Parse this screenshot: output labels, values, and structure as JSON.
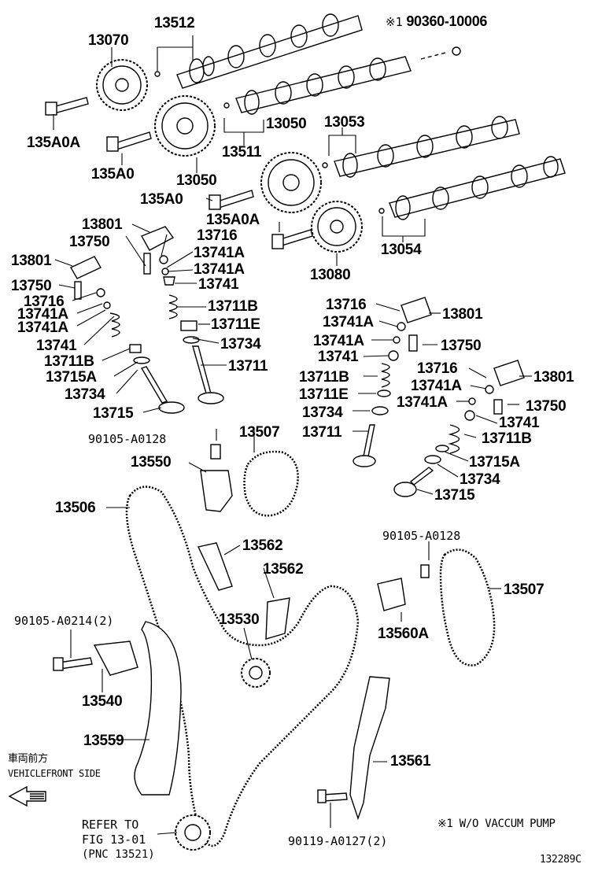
{
  "labels": {
    "l13512": "13512",
    "l13070": "13070",
    "l90360": "90360-10006",
    "l135A0A_1": "135A0A",
    "l13050_a": "13050",
    "l13053": "13053",
    "l13511": "13511",
    "l13050_b": "13050",
    "l135A0_1": "135A0",
    "l135A0_2": "135A0",
    "l135A0A_2": "135A0A",
    "l13054": "13054",
    "l13080": "13080",
    "l13801_a": "13801",
    "l13750_a": "13750",
    "l13716_a": "13716",
    "l13741A_a": "13741A",
    "l13741A_b": "13741A",
    "l13741_a": "13741",
    "l13711B_a": "13711B",
    "l13711E_a": "13711E",
    "l13734_a": "13734",
    "l13711_a": "13711",
    "l13801_b": "13801",
    "l13750_b": "13750",
    "l13716_b": "13716",
    "l13741A_c": "13741A",
    "l13741A_d": "13741A",
    "l13741_b": "13741",
    "l13711B_b": "13711B",
    "l13715A_a": "13715A",
    "l13734_b": "13734",
    "l13715_a": "13715",
    "l13716_c": "13716",
    "l13801_c": "13801",
    "l13741A_e": "13741A",
    "l13741A_f": "13741A",
    "l13750_c": "13750",
    "l13741_c": "13741",
    "l13711B_c": "13711B",
    "l13711E_b": "13711E",
    "l13734_c": "13734",
    "l13711_b": "13711",
    "l13716_d": "13716",
    "l13801_d": "13801",
    "l13741A_g": "13741A",
    "l13741A_h": "13741A",
    "l13750_d": "13750",
    "l13741_d": "13741",
    "l13711B_d": "13711B",
    "l13715A_b": "13715A",
    "l13734_d": "13734",
    "l13715_b": "13715",
    "l90105_a": "90105-A0128",
    "l13507_a": "13507",
    "l13550": "13550",
    "l13506": "13506",
    "l13562_a": "13562",
    "l13562_b": "13562",
    "l90105_b": "90105-A0128",
    "l13507_b": "13507",
    "l13530": "13530",
    "l13560A": "13560A",
    "l90105_c": "90105-A0214(2)",
    "l13540": "13540",
    "l13559": "13559",
    "l13561": "13561",
    "l90119": "90119-A0127(2)"
  },
  "notes": {
    "mark": "※1",
    "front_jp": "車両前方",
    "front_en": "VEHICLEFRONT SIDE",
    "refer_1": "REFER TO",
    "refer_2": "FIG 13-01",
    "refer_3": "(PNC 13521)",
    "footnote": "※1  W/O VACCUM PUMP",
    "fig_id": "132289C"
  }
}
